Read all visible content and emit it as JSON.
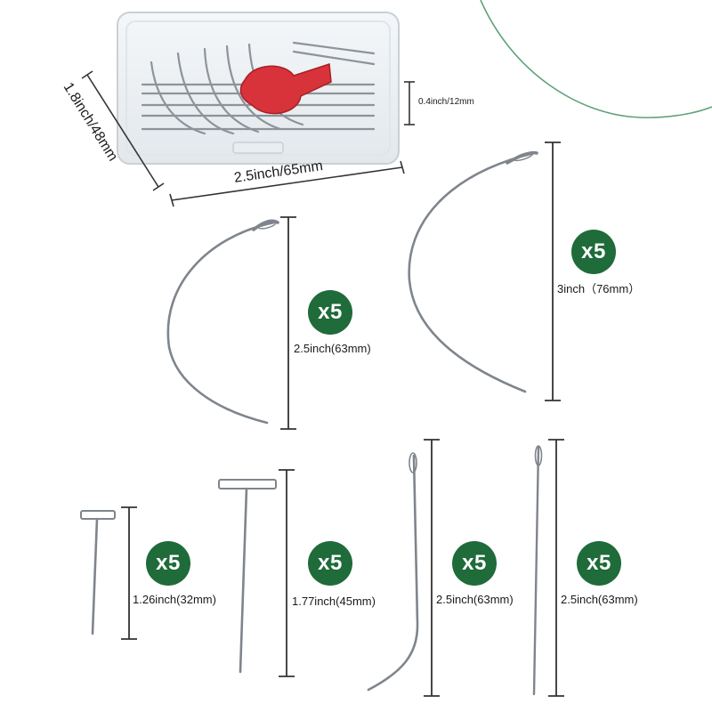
{
  "colors": {
    "badge_green": "#1f6b3a",
    "arc_green": "#5fa27a",
    "needle_steel": "#8a8f96",
    "guide_line": "#333333",
    "red_threader": "#d8333a"
  },
  "box": {
    "width_label": "2.5inch/65mm",
    "height_label": "1.8inch/48mm",
    "depth_label": "0.4inch/12mm"
  },
  "needles": [
    {
      "id": "c-needle-small",
      "count": "x5",
      "size_label": "2.5inch(63mm)"
    },
    {
      "id": "c-needle-large",
      "count": "x5",
      "size_label": "3inch（76mm）"
    },
    {
      "id": "t-pin-small",
      "count": "x5",
      "size_label": "1.26inch(32mm)"
    },
    {
      "id": "t-pin-large",
      "count": "x5",
      "size_label": "1.77inch(45mm)"
    },
    {
      "id": "j-needle",
      "count": "x5",
      "size_label": "2.5inch(63mm)"
    },
    {
      "id": "straight-needle",
      "count": "x5",
      "size_label": "2.5inch(63mm)"
    }
  ]
}
